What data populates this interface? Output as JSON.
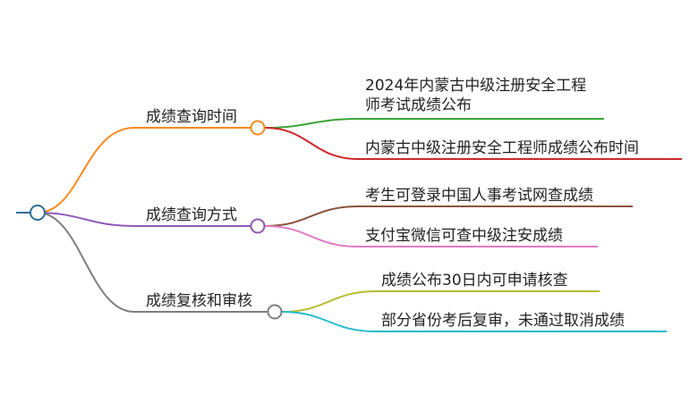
{
  "mindmap": {
    "branches": [
      {
        "label": "成绩查询时间",
        "color": "#f58b1f",
        "children": [
          {
            "label": "2024年内蒙古中级注册安全工程师考试成绩公布",
            "color": "#3aa536"
          },
          {
            "label": "内蒙古中级注册安全工程师成绩公布时间",
            "color": "#cc2a2a"
          }
        ]
      },
      {
        "label": "成绩查询方式",
        "color": "#8f5ab6",
        "children": [
          {
            "label": "考生可登录中国人事考试网查成绩",
            "color": "#8b5440"
          },
          {
            "label": "支付宝微信可查中级注安成绩",
            "color": "#e07cc2"
          }
        ]
      },
      {
        "label": "成绩复核和审核",
        "color": "#7f7f7f",
        "children": [
          {
            "label": "成绩公布30日内可申请核查",
            "color": "#b6bc2d"
          },
          {
            "label": "部分省份考后复审，未通过取消成绩",
            "color": "#27bccd"
          }
        ]
      }
    ],
    "root_color": "#2e6f96"
  }
}
